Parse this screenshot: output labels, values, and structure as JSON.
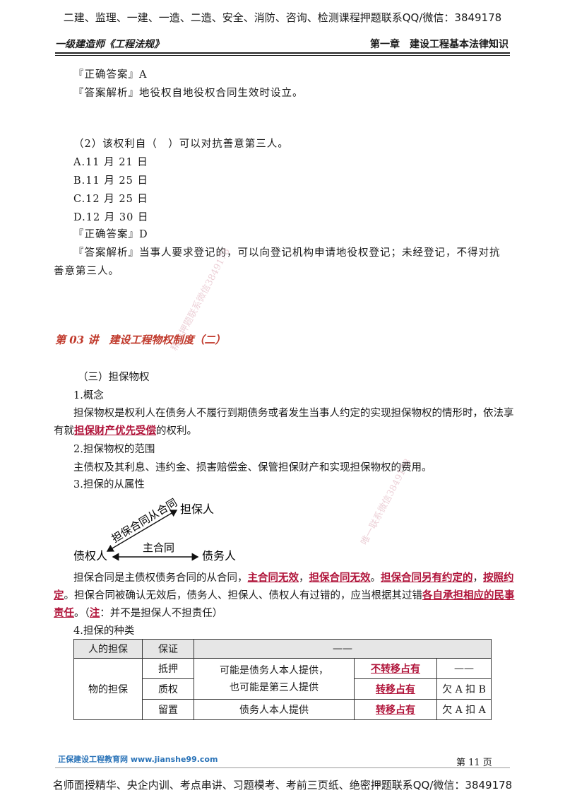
{
  "top_banner": "二建、监理、一建、一造、二造、安全、消防、咨询、检测课程押题联系QQ/微信：3849178",
  "header": {
    "left": "一级建造师《工程法规》",
    "right": "第一章　建设工程基本法律知识"
  },
  "q1": {
    "answer": "『正确答案』A",
    "analysis": "『答案解析』地役权自地役权合同生效时设立。"
  },
  "q2": {
    "question": "（2）该权利自（　）可以对抗善意第三人。",
    "options": [
      "A.11 月 21 日",
      "B.11 月 25 日",
      "C.12 月 25 日",
      "D.12 月 30 日"
    ],
    "answer": "『正确答案』D",
    "analysis_1": "『答案解析』当事人要求登记的，可以向登记机构申请地役权登记；未经登记，不得对抗",
    "analysis_2": "善意第三人。"
  },
  "watermarks": [
    "精准押题联系微信3849178",
    "唯一联系微信3849178"
  ],
  "section_title": "第 03 讲　建设工程物权制度（二）",
  "sub_heading": "（三）担保物权",
  "s1_title": "1.概念",
  "s1_text_1": "担保物权是权利人在债务人不履行到期债务或者发生当事人约定的实现担保物权的情形时，依法享",
  "s1_text_2a": "有就",
  "s1_text_2b": "担保财产优先受偿",
  "s1_text_2c": "的权利。",
  "s2_title": "2.担保物权的范围",
  "s2_text": "主债权及其利息、违约金、损害赔偿金、保管担保财产和实现担保物权的费用。",
  "s3_title": "3.担保的从属性",
  "diagram": {
    "node_guarantor": "担保人",
    "node_creditor": "债权人",
    "node_debtor": "债务人",
    "label_sub_contract": "担保合同从合同",
    "label_main_contract": "主合同"
  },
  "para3": {
    "a": "担保合同是主债权债务合同的从合同，",
    "b": "主合同无效",
    "c": "，",
    "d": "担保合同无效",
    "e": "。",
    "f": "担保合同另有约定的",
    "g": "，",
    "h": "按照约",
    "i": "定",
    "j": "。担保合同被确认无效后，债务人、担保人、债权人有过错的，应当根据其过错",
    "k": "各自承担相应的民事",
    "l": "责任",
    "m": "。（",
    "n": "注",
    "o": "：并不是担保人不担责任）"
  },
  "s4_title": "4.担保的种类",
  "table": {
    "head": [
      "人的担保",
      "保证",
      "——"
    ],
    "group": "物的担保",
    "rows": [
      {
        "type": "抵押",
        "provider": "可能是债务人本人提供，",
        "possession": "不转移占有",
        "note": "——"
      },
      {
        "type": "质权",
        "provider": "也可能是第三人提供",
        "possession": "转移占有",
        "note": "欠 A 扣 B"
      },
      {
        "type": "留置",
        "provider": "债务人本人提供",
        "possession": "转移占有",
        "note": "欠 A 扣 A"
      }
    ]
  },
  "footer": {
    "logo": "正保建设工程教育网 www.jianshe99.com",
    "page": "第 11 页",
    "bottom_banner": "名师面授精华、央企内训、考点串讲、习题模考、考前三页纸、绝密押题联系QQ/微信：3849178"
  }
}
